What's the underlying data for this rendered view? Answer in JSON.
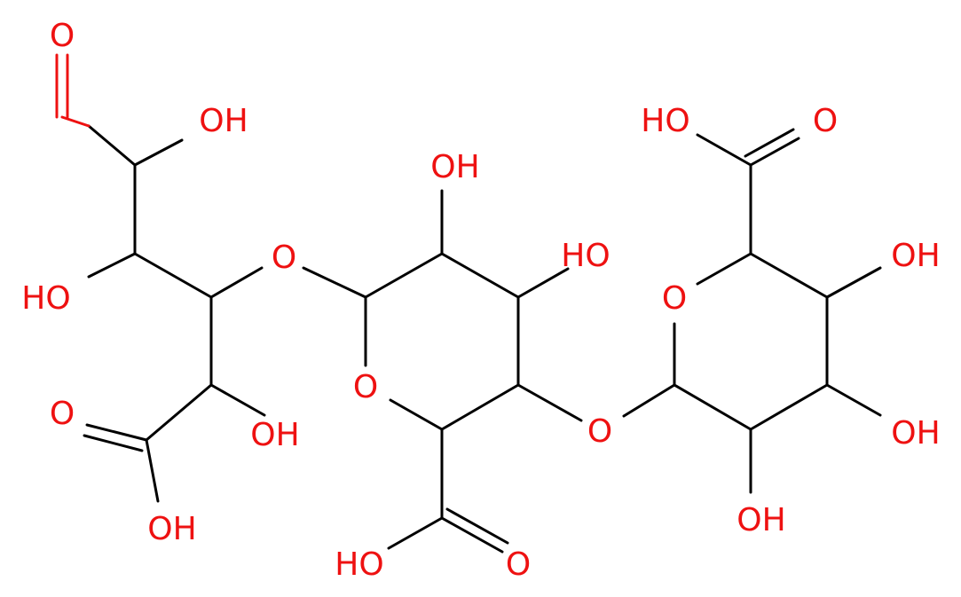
{
  "colors": {
    "bond": "#000000",
    "heteroatom": "#ee1111",
    "background": "#ffffff"
  },
  "atom_labels": {
    "o_aldehyde": "O",
    "oh_c2": "OH",
    "ho_c3": "HO",
    "o_link1": "O",
    "oh_c5": "OH",
    "o_acid1": "O",
    "oh_acid1": "OH",
    "oh_ring1_top": "OH",
    "oh_ring1_c3": "HO",
    "o_ring1": "O",
    "oh_acid2": "HO",
    "o_acid2": "O",
    "o_link2": "O",
    "oh_acid3": "HO",
    "o_acid3": "O",
    "o_ring2": "O",
    "oh_ring2_c4": "OH",
    "oh_ring2_c3": "OH",
    "oh_ring2_c2": "OH"
  }
}
